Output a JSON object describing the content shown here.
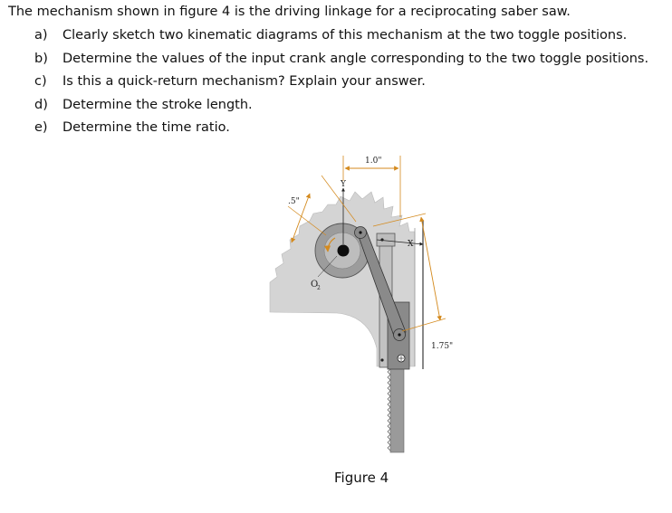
{
  "intro": "The mechanism shown in figure 4 is the driving linkage for a reciprocating saber saw.",
  "questions": [
    {
      "letter": "a)",
      "text": "Clearly sketch two kinematic diagrams of this mechanism at the two toggle positions."
    },
    {
      "letter": "b)",
      "text": "Determine the values of the input crank angle corresponding to the two toggle positions."
    },
    {
      "letter": "c)",
      "text": "Is this a quick-return mechanism? Explain your answer."
    },
    {
      "letter": "d)",
      "text": "Determine the stroke length."
    },
    {
      "letter": "e)",
      "text": "Determine the time ratio."
    }
  ],
  "figure": {
    "dim_top": "1.0\"",
    "dim_left": ".5\"",
    "dim_right": "1.75\"",
    "axis_y": "Y",
    "axis_x": "X",
    "pivot_label": "O",
    "pivot_sub": "2",
    "caption": "Figure 4"
  },
  "colors": {
    "housing": "#d4d4d4",
    "metal_dark": "#8a8a8a",
    "metal_light": "#c2c2c2",
    "dimension": "#d48a1e"
  }
}
